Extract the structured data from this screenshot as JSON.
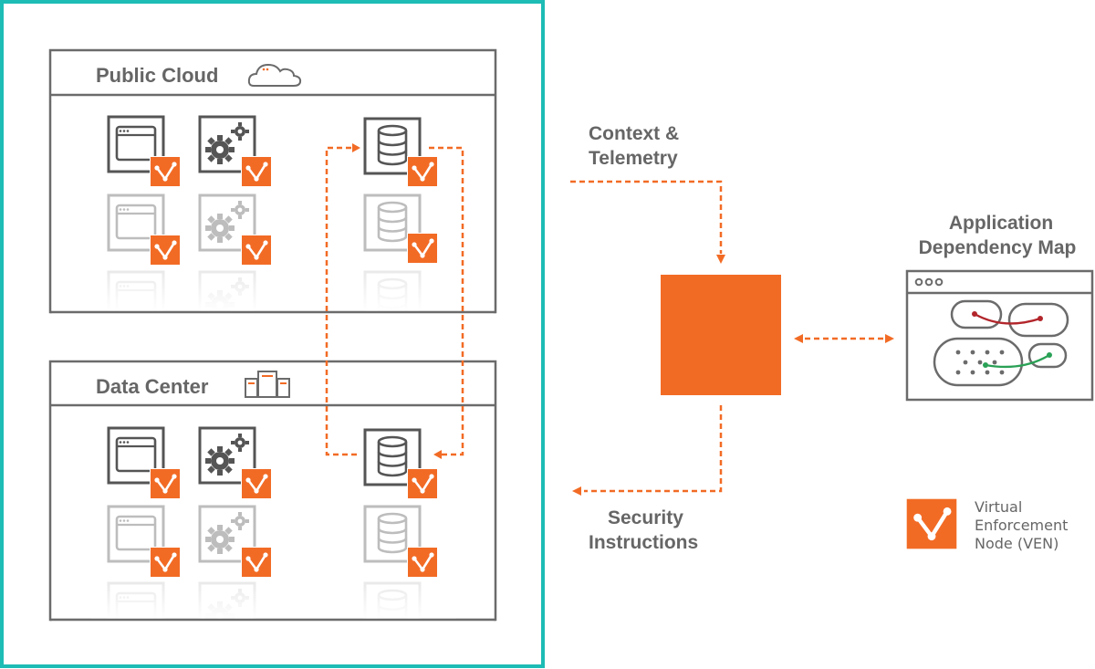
{
  "colors": {
    "teal": "#1dbcb5",
    "orange": "#f26b25",
    "grey": "#666666",
    "grey_light": "#bdbdbd",
    "red_link": "#b2262b",
    "green_link": "#2aa156"
  },
  "public_cloud": {
    "title": "Public Cloud",
    "icon": "cloud-icon"
  },
  "data_center": {
    "title": "Data Center",
    "icon": "servers-icon"
  },
  "flow": {
    "context_telemetry": [
      "Context &",
      "Telemetry"
    ],
    "security_instructions": [
      "Security",
      "Instructions"
    ]
  },
  "app_map": {
    "title": [
      "Application",
      "Dependency Map"
    ],
    "icon": "browser-window-icon"
  },
  "legend": {
    "icon": "ven-icon",
    "text": [
      "Virtual",
      "Enforcement",
      "Node (VEN)"
    ]
  },
  "workload_icons": [
    "browser-window-icon",
    "gears-icon",
    "database-icon"
  ]
}
